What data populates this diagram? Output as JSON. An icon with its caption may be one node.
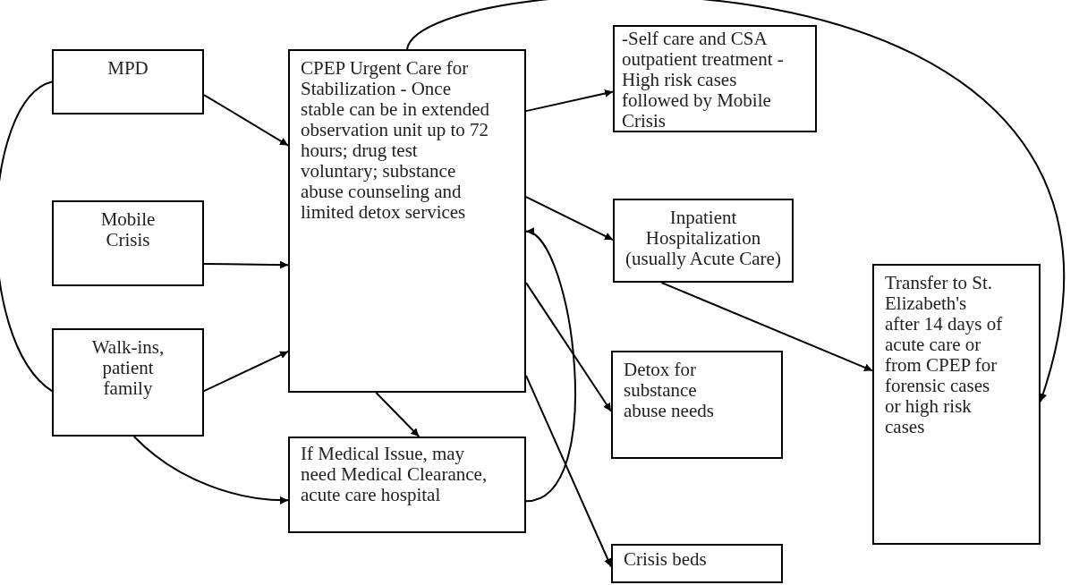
{
  "diagram": {
    "nodes": [
      {
        "text": [
          "MPD"
        ]
      },
      {
        "text": [
          "Mobile Crisis"
        ]
      },
      {
        "text": [
          "Walk-ins, patient family"
        ]
      },
      {
        "text": [
          "CPEP Urgent Care for Stabilization - Once stable can be in extended observation unit up to 72 hours; drug test voluntary; substance abuse counseling and limited detox services"
        ]
      },
      {
        "text": [
          "If Medical Issue, may need Medical Clearance, acute care hospital"
        ]
      },
      {
        "text": [
          "-Self care and CSA outpatient treatment -High risk cases followed by Mobile Crisis"
        ]
      },
      {
        "text": [
          "Inpatient Hospitalization (usually Acute Care)"
        ]
      },
      {
        "text": [
          "Detox for substance abuse needs"
        ]
      },
      {
        "text": [
          "Crisis beds"
        ]
      },
      {
        "text": [
          "Transfer to St. Elizabeth's after 14 days of acute care or from CPEP for forensic cases or high risk cases"
        ]
      }
    ],
    "edges": [
      {
        "from": 0,
        "to": 3,
        "arrow": "to"
      },
      {
        "from": 1,
        "to": 3,
        "arrow": "to"
      },
      {
        "from": 2,
        "to": 3,
        "arrow": "to"
      },
      {
        "from": 0,
        "to": 2,
        "arrow": "none"
      },
      {
        "from": 2,
        "to": 4,
        "arrow": "to"
      },
      {
        "from": 3,
        "to": 4,
        "arrow": "to"
      },
      {
        "from": 4,
        "to": 3,
        "arrow": "to"
      },
      {
        "from": 3,
        "to": 5,
        "arrow": "to"
      },
      {
        "from": 3,
        "to": 6,
        "arrow": "to"
      },
      {
        "from": 3,
        "to": 7,
        "arrow": "to"
      },
      {
        "from": 3,
        "to": 8,
        "arrow": "to"
      },
      {
        "from": 6,
        "to": 9,
        "arrow": "to"
      },
      {
        "from": 3,
        "to": 9,
        "arrow": "to"
      }
    ]
  }
}
